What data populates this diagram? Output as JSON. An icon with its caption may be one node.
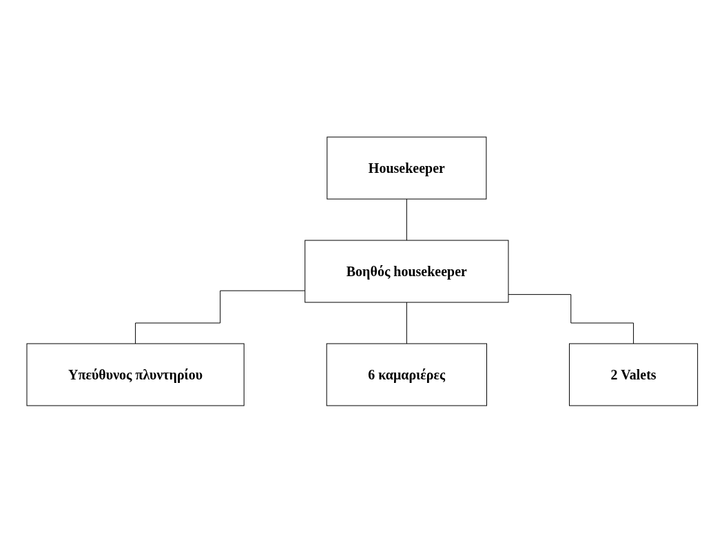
{
  "diagram": {
    "nodes": [
      {
        "text": [
          "Housekeeper"
        ]
      },
      {
        "text": [
          "Βοηθός housekeeper"
        ]
      },
      {
        "text": [
          "Υπεύθυνος πλυντηρίου"
        ]
      },
      {
        "text": [
          "6 καμαριέρες"
        ]
      },
      {
        "text": [
          "2 Valets"
        ]
      }
    ],
    "edges": [
      {
        "from": 0,
        "to": 1,
        "arrow": "none"
      },
      {
        "from": 1,
        "to": 2,
        "arrow": "none"
      },
      {
        "from": 1,
        "to": 3,
        "arrow": "none"
      },
      {
        "from": 1,
        "to": 4,
        "arrow": "none"
      }
    ]
  }
}
